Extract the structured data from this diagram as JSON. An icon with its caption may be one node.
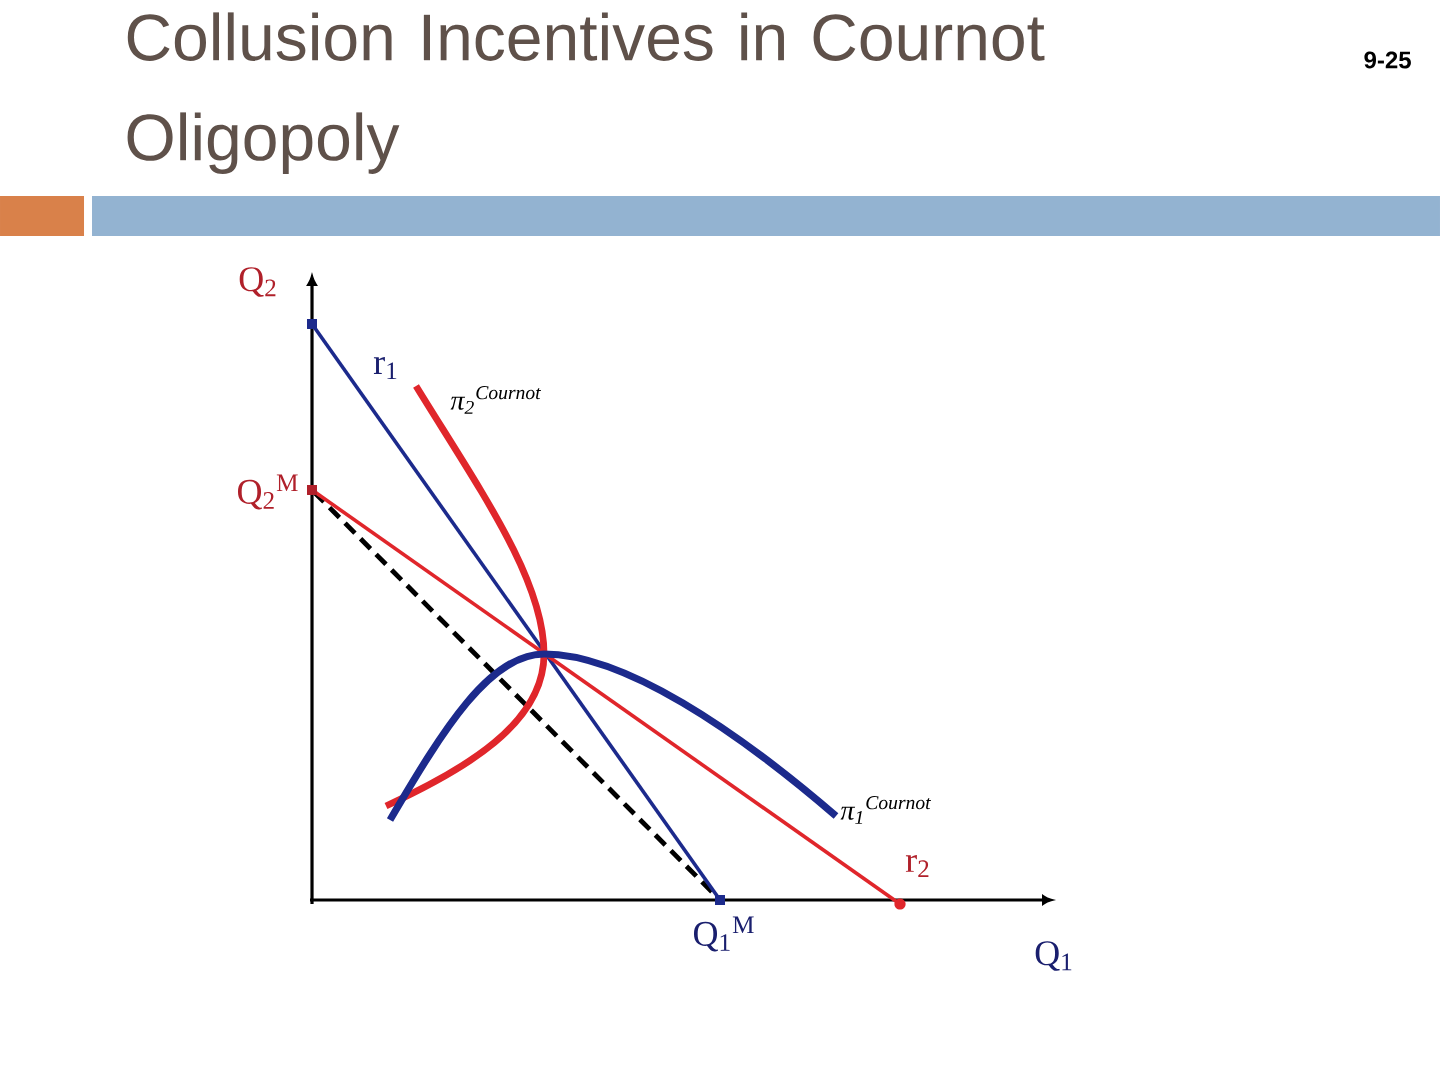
{
  "diagram": {
    "title": "Collusion Incentives in Cournot Oligopoly",
    "labels": [
      "9-25",
      "Q$_{2}$",
      "r$_{1}$",
      "π$_{2}$$^{Cournot}$",
      "Q$_{2}$$^{M}$",
      "π$_{1}$$^{Cournot}$",
      "r$_{2}$",
      "Q$_{1}$$^{M}$",
      "Q$_{1}$"
    ]
  }
}
